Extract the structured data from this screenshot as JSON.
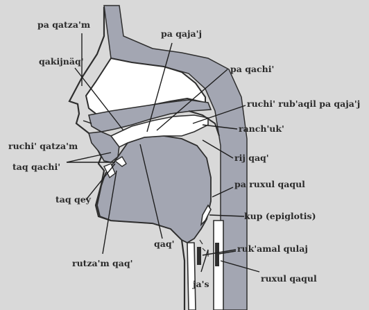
{
  "labels": {
    "pa_qatzam": "pa qatza'm",
    "qakijnaq": "qakijnäq'",
    "pa_qaja": "pa qaja'j",
    "pa_qachi": "pa qachi'",
    "ruchi_rubaqil": "ruchi' rub'aqil pa qaja'j",
    "ranchuk": "ranch'uk'",
    "ruchi_qatzam": "ruchi' qatza'm",
    "rij_qaq": "rij qaq'",
    "taq_qachi": "taq qachi'",
    "pa_ruxul_qaqul": "pa ruxul qaqul",
    "taq_qey": "taq qey",
    "kup": "kup (epiglotis)",
    "qaq": "qaq'",
    "rukamal_qulaj": "ruk'amal qulaj",
    "rutzam_qaq": "rutza'm qaq'",
    "ruxul_qaqul": "ruxul qaqul",
    "jas": "ja's"
  },
  "colors": {
    "background": "#d9d9d9",
    "tissue": "#a3a6b2",
    "outline": "#2e2e2e",
    "cavity": "#ffffff"
  }
}
